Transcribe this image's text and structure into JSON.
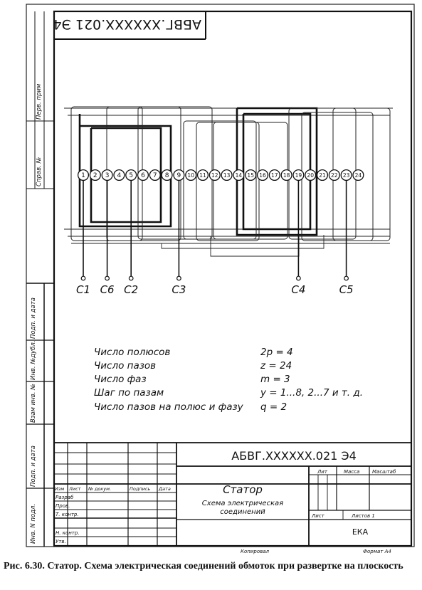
{
  "doc_code": "АБВГ.XXXXXX.021 Э4",
  "doc_code_rotated": "АБВГ.XXXXXX.021 Э4",
  "left_strip": {
    "perv_prim": "Перв. прим",
    "sprav": "Справ. №",
    "podp_data_1": "Подп. и дата",
    "inv_dubl": "Инв. №дубл.",
    "vzam_inv": "Взам инв. №",
    "podp_data_2": "Подп. и дата",
    "inv_podl": "Инв. N подл."
  },
  "slots": [
    "1",
    "2",
    "3",
    "4",
    "5",
    "6",
    "7",
    "8",
    "9",
    "10",
    "11",
    "12",
    "13",
    "14",
    "15",
    "16",
    "17",
    "18",
    "19",
    "20",
    "21",
    "22",
    "23",
    "24"
  ],
  "terminals": [
    {
      "label": "C1",
      "slot": 1
    },
    {
      "label": "C6",
      "slot": 3
    },
    {
      "label": "C2",
      "slot": 5
    },
    {
      "label": "C3",
      "slot": 9
    },
    {
      "label": "C4",
      "slot": 19
    },
    {
      "label": "C5",
      "slot": 23
    }
  ],
  "params": [
    {
      "name": "Число полюсов",
      "value": "2p = 4"
    },
    {
      "name": "Число пазов",
      "value": "z = 24"
    },
    {
      "name": "Число фаз",
      "value": "m = 3"
    },
    {
      "name": "Шаг по пазам",
      "value": "y = 1...8, 2...7 и т. д."
    },
    {
      "name": "Число пазов на полюс и фазу",
      "value": "q = 2"
    }
  ],
  "title_block": {
    "code": "АБВГ.XXXXXX.021 Э4",
    "headers": [
      "Изм",
      "Лист",
      "№ докум.",
      "Подпись",
      "Дата"
    ],
    "roles": [
      "Разраб",
      "Пров.",
      "Т. контр.",
      "",
      "Н. контр.",
      "Утв."
    ],
    "name": "Статор",
    "doc_type_line1": "Схема электрическая",
    "doc_type_line2": "соединений",
    "lit": "Лит",
    "massa": "Масса",
    "masshtab": "Масштаб",
    "list": "Лист",
    "listov": "Листов 1",
    "org": "ЕКА"
  },
  "footer": {
    "copied": "Копировал",
    "format": "Формат А4"
  },
  "caption": "Рис. 6.30. Статор. Схема электрическая соединений обмоток при развертке на плоскость"
}
